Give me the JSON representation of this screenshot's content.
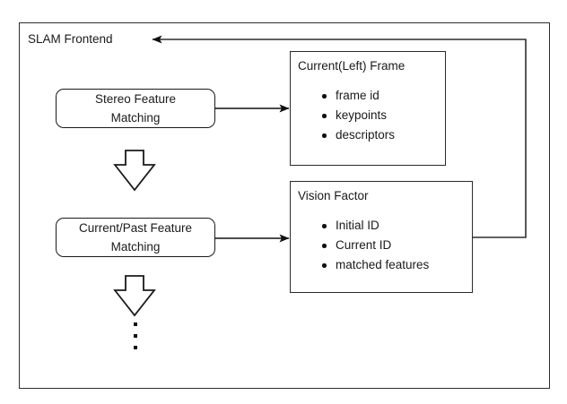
{
  "diagram": {
    "title": "SLAM Frontend",
    "process_boxes": [
      {
        "id": "stereo",
        "line1": "Stereo Feature",
        "line2": "Matching"
      },
      {
        "id": "current_past",
        "line1": "Current/Past Feature",
        "line2": "Matching"
      }
    ],
    "data_boxes": [
      {
        "id": "current_left_frame",
        "title": "Current(Left) Frame",
        "items": [
          "frame id",
          "keypoints",
          "descriptors"
        ]
      },
      {
        "id": "vision_factor",
        "title": "Vision Factor",
        "items": [
          "Initial ID",
          "Current ID",
          "matched features"
        ]
      }
    ],
    "flow_arrows": [
      {
        "id": "stereo-to-frame",
        "kind": "arrow-right"
      },
      {
        "id": "currentpast-to-visionfactor",
        "kind": "arrow-right"
      },
      {
        "id": "stereo-to-currentpast",
        "kind": "block-arrow-down"
      },
      {
        "id": "currentpast-to-next",
        "kind": "block-arrow-down"
      },
      {
        "id": "visionfactor-feedback-to-frontend",
        "kind": "arrow-left-feedback"
      }
    ],
    "continuation": {
      "id": "vertical-ellipsis",
      "glyph": "vertical-dots"
    },
    "colors": {
      "stroke": "#1a1a1a",
      "frame_stroke": "#2e2e2e",
      "text": "#1a1a1a",
      "background": "#ffffff"
    }
  }
}
